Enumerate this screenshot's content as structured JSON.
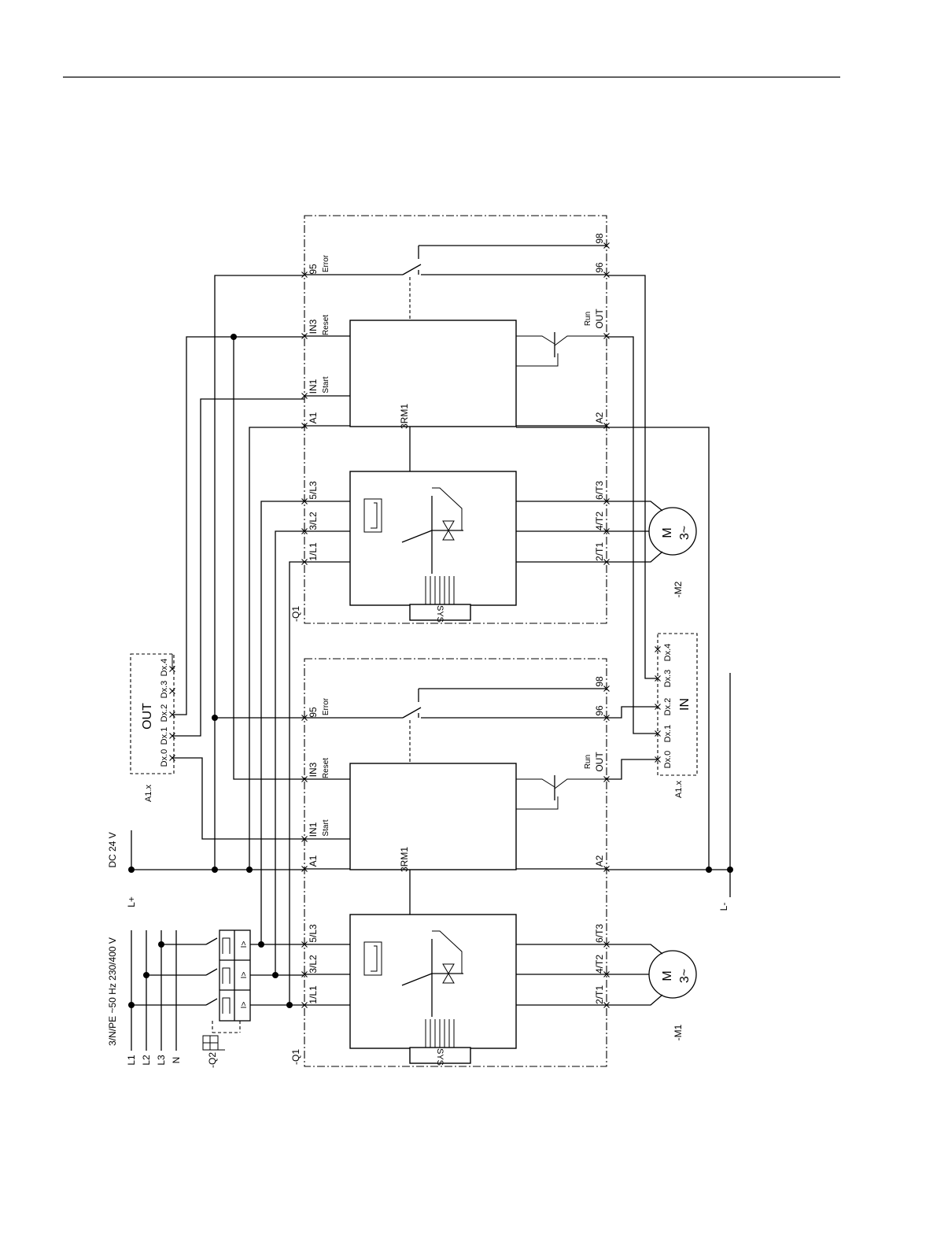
{
  "supply": {
    "ac": "3/N/PE ~50 Hz  230/400 V",
    "l1": "L1",
    "l2": "L2",
    "l3": "L3",
    "n": "N",
    "dc": "DC 24 V",
    "lplus": "L+",
    "lminus": "L-"
  },
  "breaker": {
    "tag": "-Q2",
    "trip": "I>"
  },
  "starters": [
    {
      "tag": "-Q1",
      "device": "3RM1",
      "sys": "SYS",
      "in3": "IN3",
      "reset": "Reset",
      "in1": "IN1",
      "start": "Start",
      "a1": "A1",
      "a2": "A2",
      "t95": "95",
      "error": "Error",
      "t96": "96",
      "t98": "98",
      "run": "Run",
      "out": "OUT",
      "l1": "1/L1",
      "l2": "3/L2",
      "l3": "5/L3",
      "t1": "2/T1",
      "t2": "4/T2",
      "t3": "6/T3",
      "motor": {
        "tag": "-M1",
        "m": "M",
        "phase": "3~"
      }
    },
    {
      "tag": "-Q1",
      "device": "3RM1",
      "sys": "SYS",
      "in3": "IN3",
      "reset": "Reset",
      "in1": "IN1",
      "start": "Start",
      "a1": "A1",
      "a2": "A2",
      "t95": "95",
      "error": "Error",
      "t96": "96",
      "t98": "98",
      "run": "Run",
      "out": "OUT",
      "l1": "1/L1",
      "l2": "3/L2",
      "l3": "5/L3",
      "t1": "2/T1",
      "t2": "4/T2",
      "t3": "6/T3",
      "motor": {
        "tag": "-M2",
        "m": "M",
        "phase": "3~"
      }
    }
  ],
  "plc_out": {
    "tag": "A1.x",
    "title": "OUT",
    "d0": "Dx.0",
    "d1": "Dx.1",
    "d2": "Dx.2",
    "d3": "Dx.3",
    "d4": "Dx.4"
  },
  "plc_in": {
    "tag": "A1.x",
    "title": "IN",
    "d0": "Dx.0",
    "d1": "Dx.1",
    "d2": "Dx.2",
    "d3": "Dx.3",
    "d4": "Dx.4"
  }
}
